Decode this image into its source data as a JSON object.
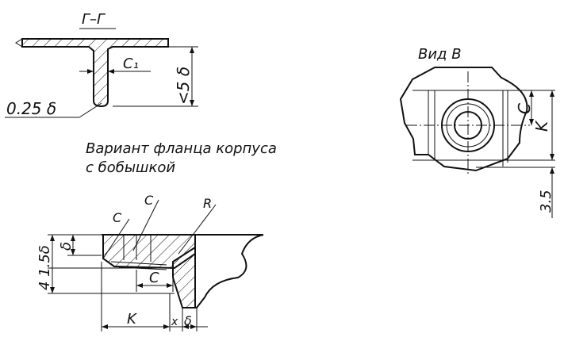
{
  "drawing": {
    "section_title": "Г–Г",
    "view_title": "Вид В",
    "caption_line1": "Вариант фланца корпуса",
    "caption_line2": "с бобышкой"
  },
  "section_gg": {
    "c1": "C₁",
    "lt5d": "<5 δ",
    "radius_025d": "0.25 δ"
  },
  "view_b": {
    "c": "C",
    "k": "K",
    "d35": "3.5"
  },
  "flange": {
    "leader_c1": "C",
    "leader_c2": "C",
    "leader_r": "R",
    "height_15d": "4 1.5δ",
    "delta_top": "δ",
    "c": "C",
    "k": "K",
    "x": "x",
    "delta_bottom": "δ"
  }
}
